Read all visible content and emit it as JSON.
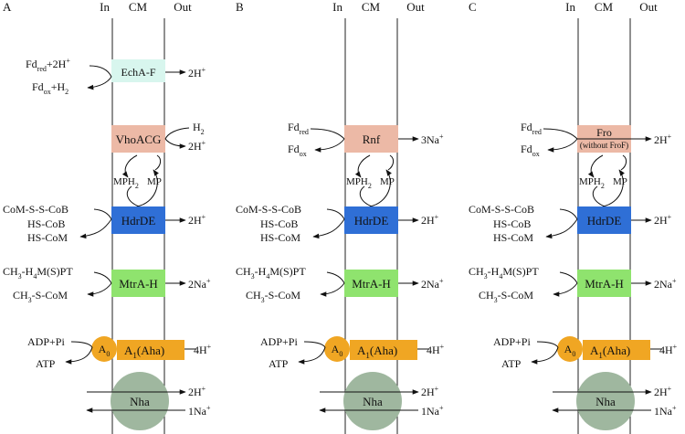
{
  "colors": {
    "EchA_F": "#d8f6ee",
    "VhoACG": "#ecb9a6",
    "Rnf": "#ecb9a6",
    "Fro": "#ecb9a6",
    "HdrDE": "#2f6fd6",
    "MtrA_H": "#8fe36e",
    "ATPase": "#f0a623",
    "Nha": "#9fb79f"
  },
  "header": {
    "in": "In",
    "cm": "CM",
    "out": "Out"
  },
  "panels": [
    {
      "label": "A",
      "EchA": {
        "name": "EchA-F",
        "in_top": "Fd",
        "in_top_sub": "red",
        "in_top_tail": "+2H",
        "in_top_sup": "+",
        "in_bot": "Fd",
        "in_bot_sub": "ox",
        "in_bot_tail": "+H",
        "in_bot_sub2": "2",
        "out": "2H",
        "out_sup": "+"
      },
      "energy": {
        "name": "VhoACG",
        "out_top": "H",
        "out_top_sub": "2",
        "out_bot": "2H",
        "out_bot_sup": "+"
      },
      "mp": {
        "mph": "MPH",
        "mph_sub": "2",
        "mp": "MP"
      },
      "hdr": {
        "name": "HdrDE",
        "in1": "CoM-S-S-CoB",
        "in2": "HS-CoB",
        "in3": "HS-CoM",
        "out": "2H",
        "out_sup": "+"
      },
      "mtr": {
        "name": "MtrA-H",
        "in1a": "CH",
        "in1_sub1": "3",
        "in1b": "-H",
        "in1_sub2": "4",
        "in1c": "M(S)PT",
        "in2a": "CH",
        "in2_sub": "3",
        "in2b": "-S-CoM",
        "out": "2Na",
        "out_sup": "+"
      },
      "atp": {
        "a0": "A",
        "a0_sub": "0",
        "a1": "A",
        "a1_sub": "1",
        "a1_tail": "(Aha)",
        "in1": "ADP+Pi",
        "in2": "ATP",
        "out": "4H",
        "out_sup": "+"
      },
      "nha": {
        "name": "Nha",
        "out1": "2H",
        "out1_sup": "+",
        "out2": "1Na",
        "out2_sup": "+"
      }
    },
    {
      "label": "B",
      "energy": {
        "name": "Rnf",
        "in_top": "Fd",
        "in_top_sub": "red",
        "in_bot": "Fd",
        "in_bot_sub": "ox",
        "out": "3Na",
        "out_sup": "+"
      },
      "mp": {
        "mph": "MPH",
        "mph_sub": "2",
        "mp": "MP"
      },
      "hdr": {
        "name": "HdrDE",
        "in1": "CoM-S-S-CoB",
        "in2": "HS-CoB",
        "in3": "HS-CoM",
        "out": "2H",
        "out_sup": "+"
      },
      "mtr": {
        "name": "MtrA-H",
        "in1a": "CH",
        "in1_sub1": "3",
        "in1b": "-H",
        "in1_sub2": "4",
        "in1c": "M(S)PT",
        "in2a": "CH",
        "in2_sub": "3",
        "in2b": "-S-CoM",
        "out": "2Na",
        "out_sup": "+"
      },
      "atp": {
        "a0": "A",
        "a0_sub": "0",
        "a1": "A",
        "a1_sub": "1",
        "a1_tail": "(Aha)",
        "in1": "ADP+Pi",
        "in2": "ATP",
        "out": "4H",
        "out_sup": "+"
      },
      "nha": {
        "name": "Nha",
        "out1": "2H",
        "out1_sup": "+",
        "out2": "1Na",
        "out2_sup": "+"
      }
    },
    {
      "label": "C",
      "energy": {
        "name": "Fro",
        "note": "(without FroF)",
        "in_top": "Fd",
        "in_top_sub": "red",
        "in_bot": "Fd",
        "in_bot_sub": "ox",
        "out": "2H",
        "out_sup": "+"
      },
      "mp": {
        "mph": "MPH",
        "mph_sub": "2",
        "mp": "MP"
      },
      "hdr": {
        "name": "HdrDE",
        "in1": "CoM-S-S-CoB",
        "in2": "HS-CoB",
        "in3": "HS-CoM",
        "out": "2H",
        "out_sup": "+"
      },
      "mtr": {
        "name": "MtrA-H",
        "in1a": "CH",
        "in1_sub1": "3",
        "in1b": "-H",
        "in1_sub2": "4",
        "in1c": "M(S)PT",
        "in2a": "CH",
        "in2_sub": "3",
        "in2b": "-S-CoM",
        "out": "2Na",
        "out_sup": "+"
      },
      "atp": {
        "a0": "A",
        "a0_sub": "0",
        "a1": "A",
        "a1_sub": "1",
        "a1_tail": "(Aha)",
        "in1": "ADP+Pi",
        "in2": "ATP",
        "out": "4H",
        "out_sup": "+"
      },
      "nha": {
        "name": "Nha",
        "out1": "2H",
        "out1_sup": "+",
        "out2": "1Na",
        "out2_sup": "+"
      }
    }
  ]
}
